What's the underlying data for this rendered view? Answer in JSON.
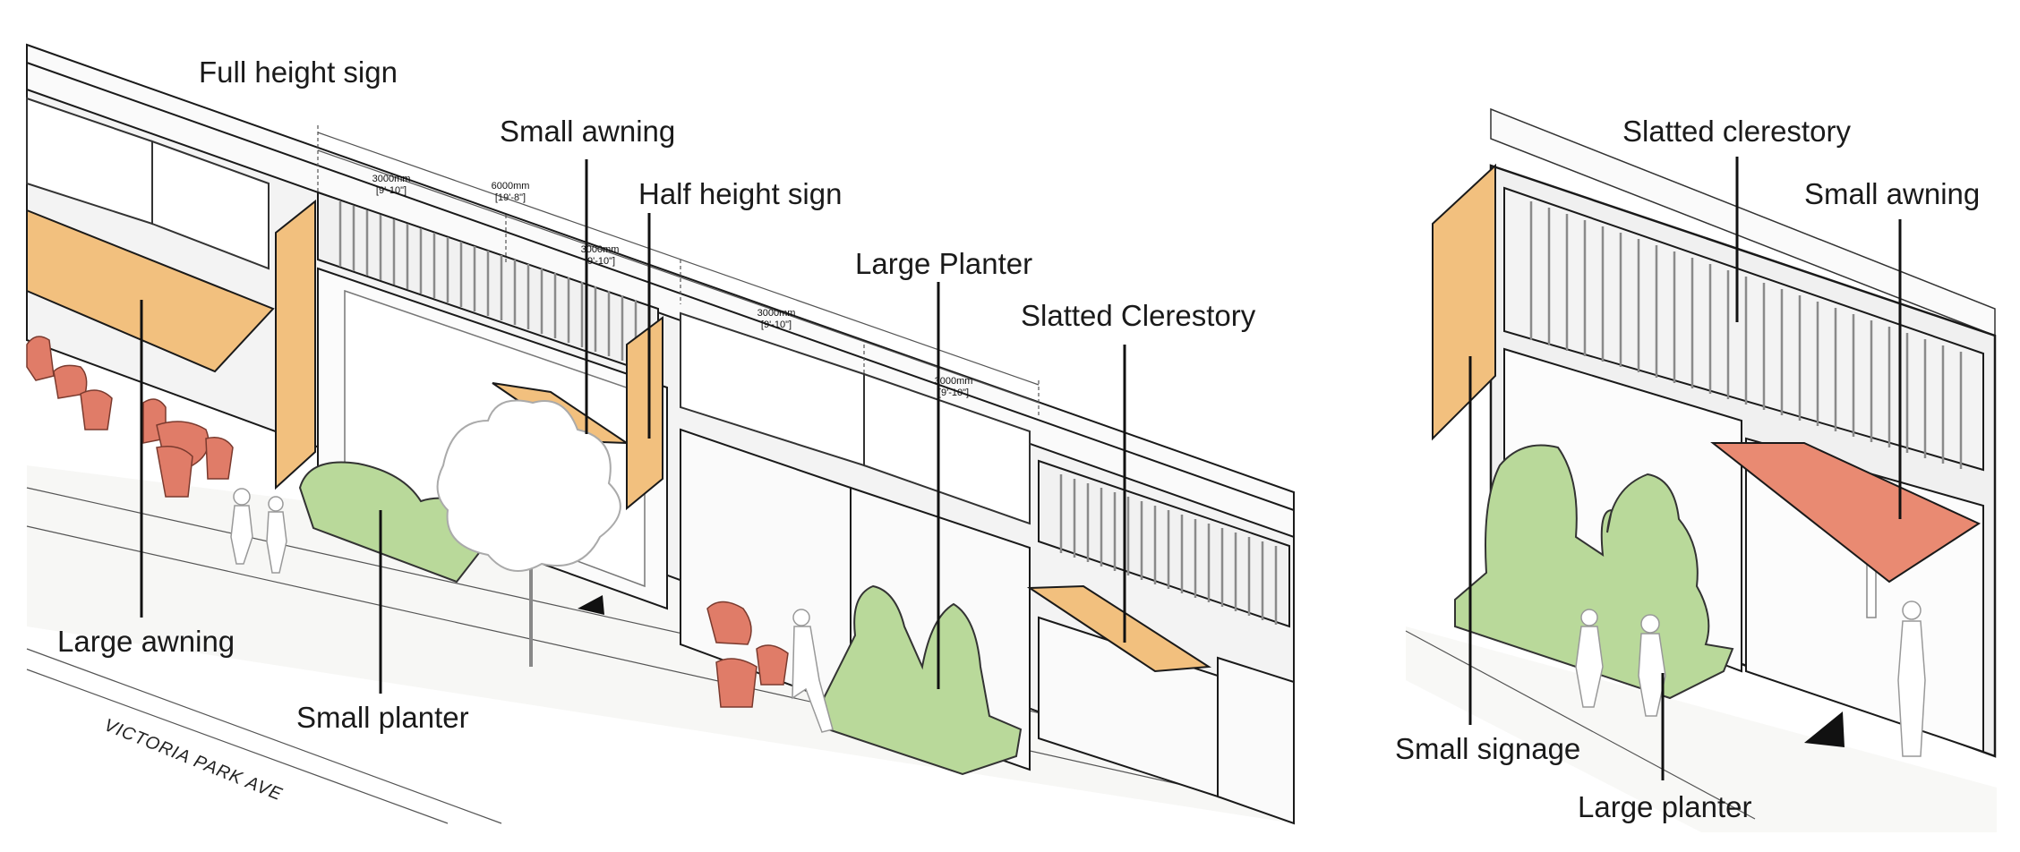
{
  "left_diagram": {
    "labels": {
      "full_height_sign": "Full height sign",
      "small_awning": "Small awning",
      "half_height_sign": "Half height sign",
      "large_planter": "Large Planter",
      "slatted_clerestory": "Slatted Clerestory",
      "large_awning": "Large awning",
      "small_planter": "Small planter"
    },
    "street_name": "VICTORIA PARK AVE",
    "dimensions": [
      {
        "mm": "3000mm",
        "imperial": "[9'-10\"]"
      },
      {
        "mm": "6000mm",
        "imperial": "[19'-8\"]"
      },
      {
        "mm": "3000mm",
        "imperial": "[9'-10\"]"
      },
      {
        "mm": "3000mm",
        "imperial": "[9'-10\"]"
      },
      {
        "mm": "3000mm",
        "imperial": "[9'-10\"]"
      }
    ]
  },
  "right_diagram": {
    "labels": {
      "slatted_clerestory": "Slatted clerestory",
      "small_awning": "Small awning",
      "small_signage": "Small signage",
      "large_planter": "Large planter"
    }
  },
  "colors": {
    "sign_orange": "#f2c07e",
    "awning_orange": "#f2c07e",
    "awning_red": "#e98a72",
    "planter_green": "#b9d99a",
    "chair_red": "#e07c68",
    "wall_grey": "#efefef",
    "line": "#1a1a1a"
  }
}
